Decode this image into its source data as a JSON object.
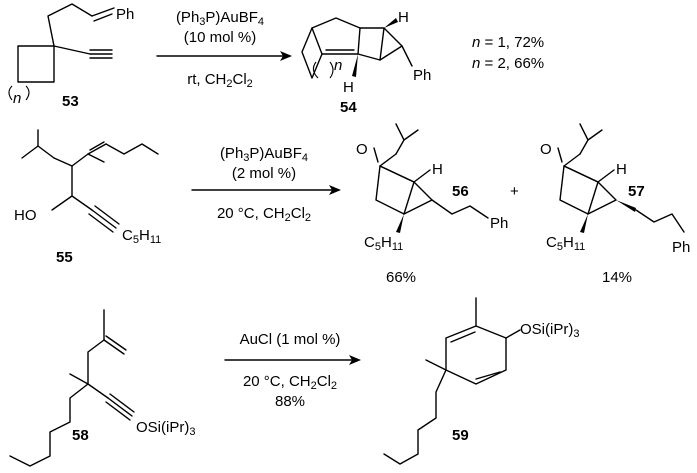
{
  "reactions": [
    {
      "reactant": "53",
      "product": "54",
      "conditions_above": [
        "(Ph3P)AuBF4",
        "(10 mol %)"
      ],
      "conditions_below": [
        "rt, CH2Cl2"
      ],
      "yields": [
        "n = 1, 72%",
        "n = 2, 66%"
      ]
    },
    {
      "reactant": "55",
      "products": [
        "56",
        "57"
      ],
      "conditions_above": [
        "(Ph3P)AuBF4",
        "(2 mol %)"
      ],
      "conditions_below": [
        "20 °C, CH2Cl2"
      ],
      "yields": [
        "66%",
        "14%"
      ]
    },
    {
      "reactant": "58",
      "product": "59",
      "conditions_above": [
        "AuCl (1 mol %)"
      ],
      "conditions_below": [
        "20 °C, CH2Cl2",
        "88%"
      ]
    }
  ],
  "atom_labels": {
    "ph": "Ph",
    "h": "H",
    "n": "n",
    "o": "O",
    "ho": "HO",
    "plus": "+",
    "c5h11_main": "C",
    "c5h11_sub5": "5",
    "c5h11_h": "H",
    "c5h11_sub11": "11",
    "osi": "OSi(iPr)",
    "sub3": "3"
  }
}
